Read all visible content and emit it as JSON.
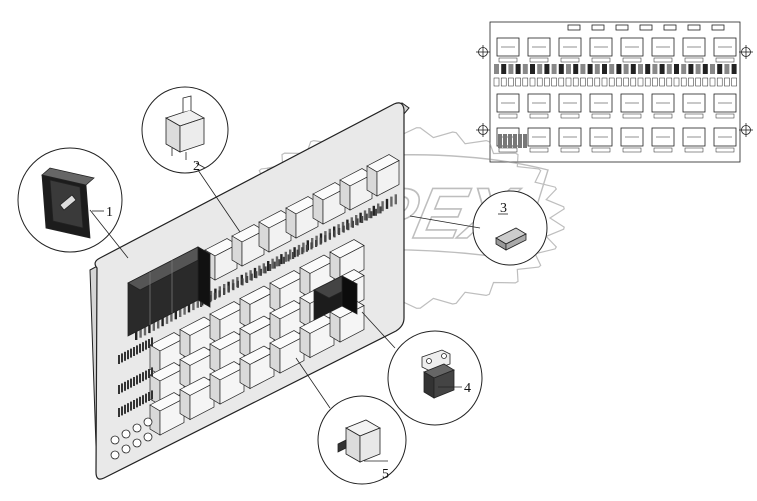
{
  "watermark": {
    "text": "OPEX",
    "color": "#8a8a8a"
  },
  "callouts": [
    {
      "id": "1",
      "label": "1"
    },
    {
      "id": "2",
      "label": "2"
    },
    {
      "id": "3",
      "label": "3"
    },
    {
      "id": "4",
      "label": "4"
    },
    {
      "id": "5",
      "label": "5"
    }
  ],
  "colors": {
    "line": "#222222",
    "board": "#e9e9e9",
    "relay": "#f7f7f7",
    "dark": "#1c1c1c"
  }
}
